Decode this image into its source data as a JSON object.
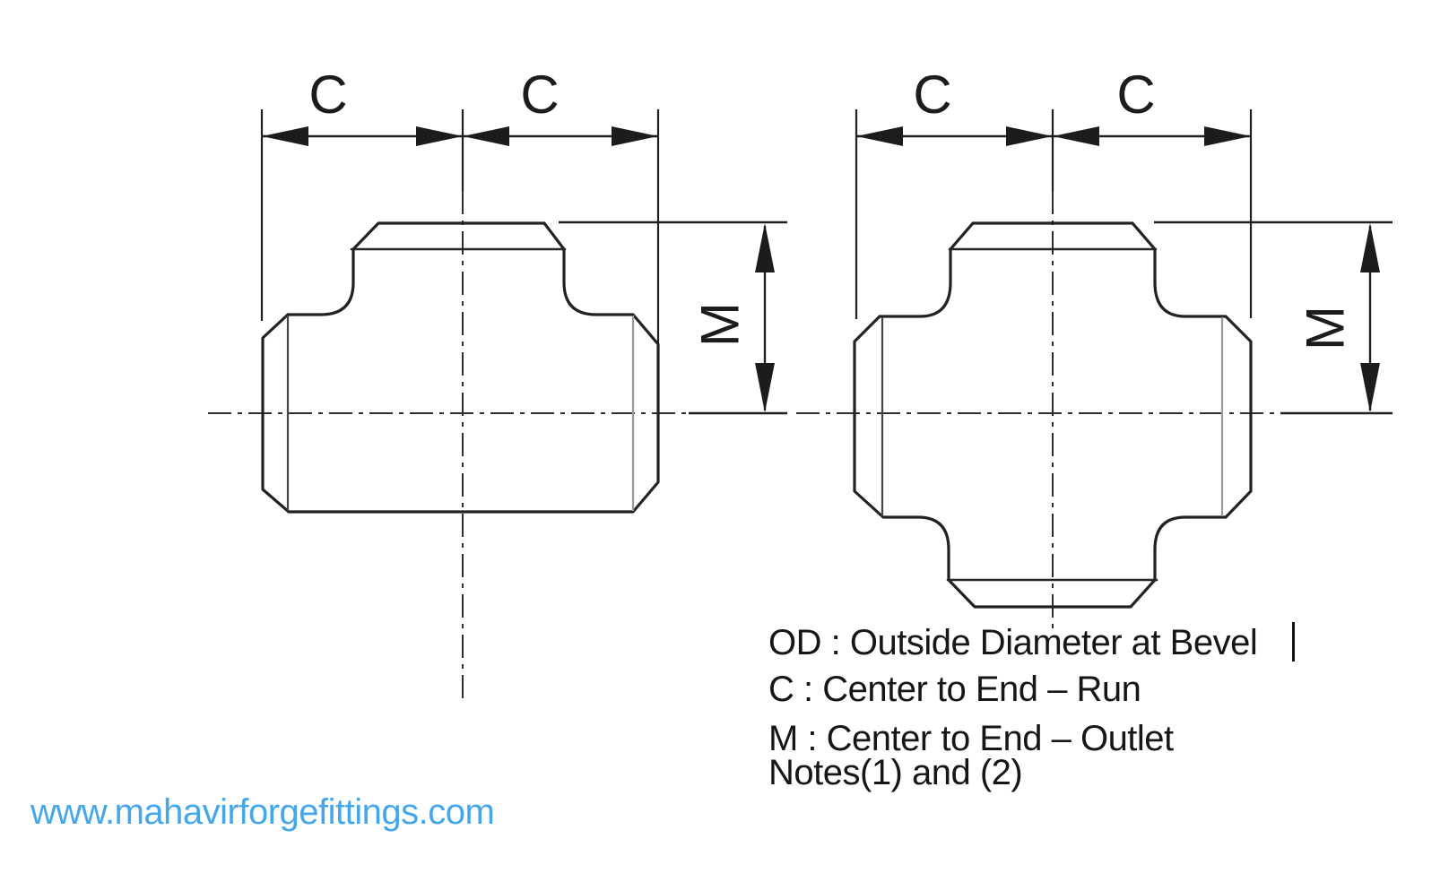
{
  "colors": {
    "background": "#ffffff",
    "drawing_line": "#222222",
    "bevel_edge_dark": "#454545",
    "bevel_edge_light": "#9a9a9a",
    "legend_text": "#161616",
    "watermark_blue": "#45a7ea"
  },
  "tee_figure": {
    "label_c_left": "C",
    "label_c_right": "C",
    "label_m": "M"
  },
  "cross_figure": {
    "label_c_left": "C",
    "label_c_right": "C",
    "label_m": "M"
  },
  "legend": {
    "line_od": "OD : Outside Diameter at Bevel",
    "line_c": "C : Center to End – Run",
    "line_m": "M : Center to End – Outlet",
    "line_notes": "Notes(1) and (2)"
  },
  "watermark": "www.mahavirforgefittings.com"
}
